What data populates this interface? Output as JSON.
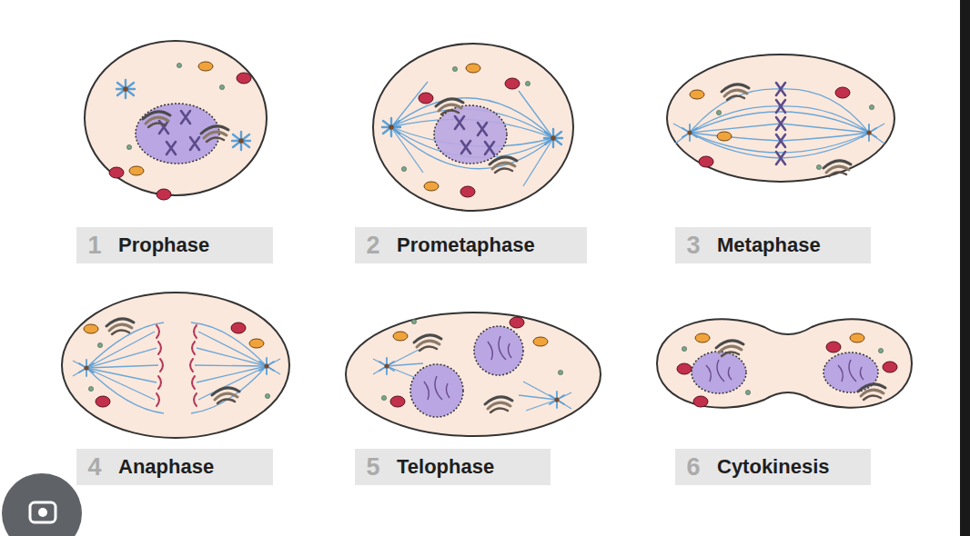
{
  "diagram": {
    "nodes": [
      {
        "text": [
          "1",
          "Prophase"
        ]
      },
      {
        "text": [
          "2",
          "Prometaphase"
        ]
      },
      {
        "text": [
          "3",
          "Metaphase"
        ]
      },
      {
        "text": [
          "4",
          "Anaphase"
        ]
      },
      {
        "text": [
          "5",
          "Telophase"
        ]
      },
      {
        "text": [
          "6",
          "Cytokinesis"
        ]
      }
    ]
  }
}
